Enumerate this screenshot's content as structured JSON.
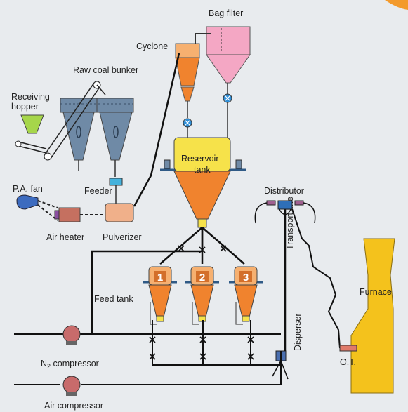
{
  "labels": {
    "bag_filter": "Bag filter",
    "cyclone": "Cyclone",
    "raw_coal_bunker": "Raw coal bunker",
    "receiving_hopper": "Receiving hopper",
    "reservoir_tank_1": "Reservoir",
    "reservoir_tank_2": "tank",
    "feeder": "Feeder",
    "pa_fan": "P.A. fan",
    "air_heater": "Air heater",
    "pulverizer": "Pulverizer",
    "distributor": "Distributor",
    "transport_line": "Transport line",
    "feed_tank": "Feed tank",
    "furnace": "Furnace",
    "disperser": "Disperser",
    "ot": "O.T.",
    "n2_compressor_main": "N",
    "n2_compressor_sub": "2",
    "n2_compressor_rest": " compressor",
    "air_compressor": "Air compressor"
  },
  "feed_tanks": [
    "1",
    "2",
    "3"
  ],
  "colors": {
    "orange": "#f0832e",
    "orange_light": "#f6b070",
    "pink": "#f4a7c4",
    "yellow": "#f6e24a",
    "green": "#a6d64a",
    "slate": "#6f8aa6",
    "blue_node": "#2f8fd8",
    "furnace": "#f4c21c",
    "compressor": "#c86b6b",
    "fan": "#3c6bbf"
  }
}
